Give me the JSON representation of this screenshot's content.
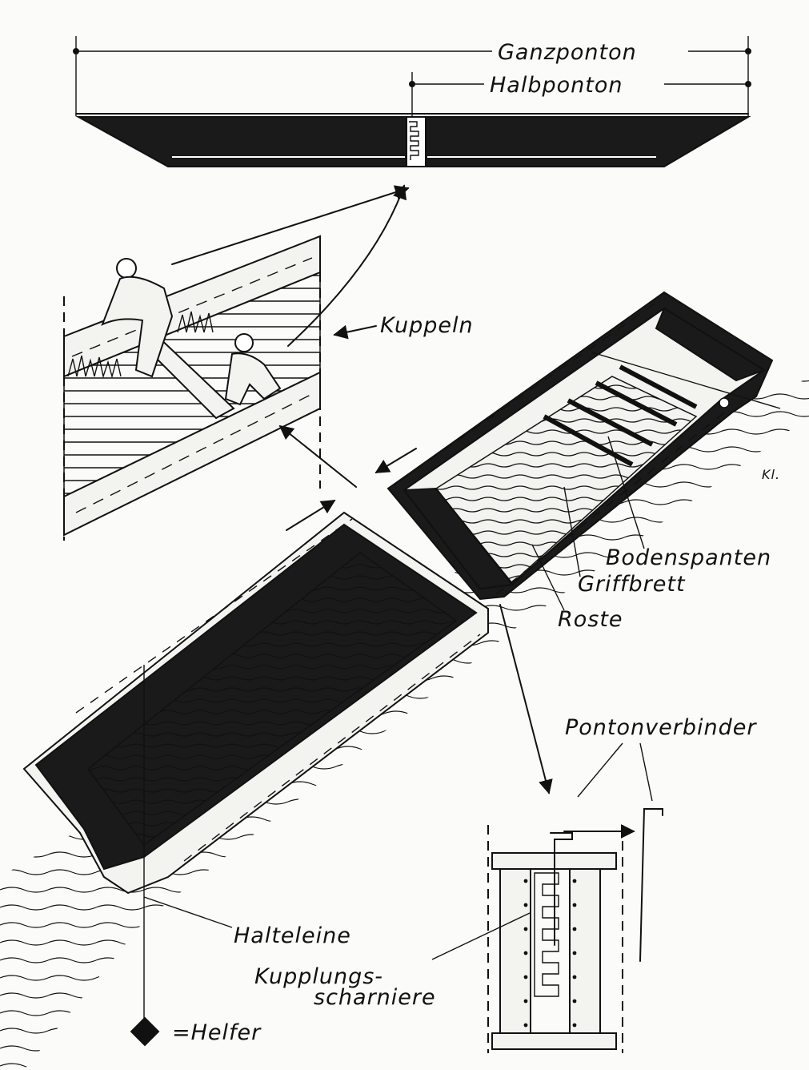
{
  "labels": {
    "ganzponton": "Ganzponton",
    "halbponton": "Halbponton",
    "kuppeln": "Kuppeln",
    "bodenspanten": "Bodenspanten",
    "griffbrett": "Griffbrett",
    "roste": "Roste",
    "pontonverbinder": "Pontonverbinder",
    "halteleine": "Halteleine",
    "kupplungs_line1": "Kupplungs-",
    "kupplungs_line2": "scharniere",
    "helfer": "=Helfer",
    "signature": "Kl."
  },
  "colors": {
    "ink": "#111111",
    "paper": "#fbfbf9",
    "hull_fill": "#1a1a1a"
  }
}
